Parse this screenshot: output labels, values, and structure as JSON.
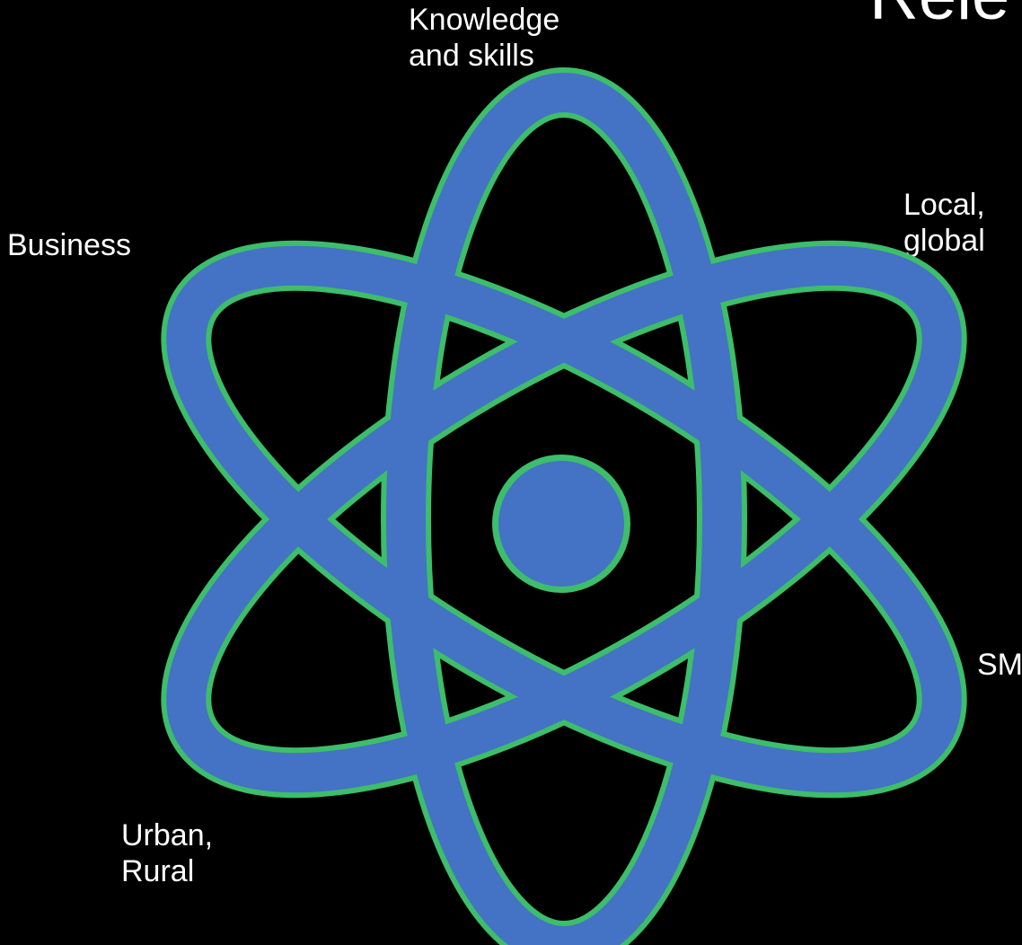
{
  "title": "Rele",
  "colors": {
    "background": "#000000",
    "orbit_fill": "#4472C4",
    "orbit_outline": "#3DBE6A",
    "text": "#ffffff"
  },
  "icon": "atom-icon",
  "labels": {
    "knowledge": [
      "Knowledge",
      "and skills"
    ],
    "business": [
      "Business"
    ],
    "local": [
      "Local,",
      "global"
    ],
    "urban": [
      "Urban,",
      "Rural"
    ],
    "sm": [
      "SM"
    ]
  }
}
